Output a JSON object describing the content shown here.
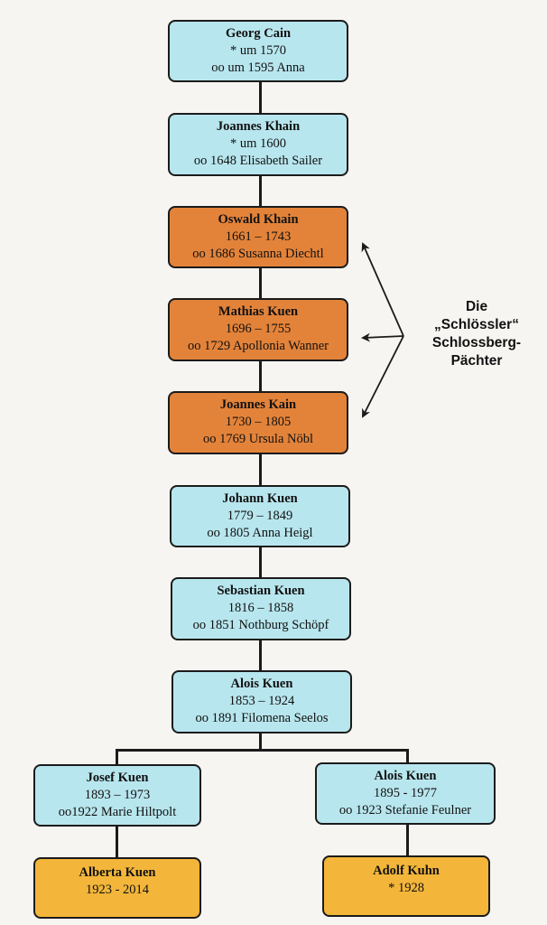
{
  "nodes": [
    {
      "name": "Georg Cain",
      "line1": "* um 1570",
      "line2": "oo um 1595 Anna",
      "color": "blue"
    },
    {
      "name": "Joannes Khain",
      "line1": "* um 1600",
      "line2": "oo 1648 Elisabeth Sailer",
      "color": "blue"
    },
    {
      "name": "Oswald Khain",
      "line1": "1661 – 1743",
      "line2": "oo 1686 Susanna Diechtl",
      "color": "orange"
    },
    {
      "name": "Mathias Kuen",
      "line1": "1696 – 1755",
      "line2": "oo 1729 Apollonia Wanner",
      "color": "orange"
    },
    {
      "name": "Joannes Kain",
      "line1": "1730 – 1805",
      "line2": "oo 1769 Ursula Nöbl",
      "color": "orange"
    },
    {
      "name": "Johann Kuen",
      "line1": "1779 – 1849",
      "line2": "oo 1805 Anna Heigl",
      "color": "blue"
    },
    {
      "name": "Sebastian Kuen",
      "line1": "1816 – 1858",
      "line2": "oo 1851 Nothburg Schöpf",
      "color": "blue"
    },
    {
      "name": "Alois Kuen",
      "line1": "1853 – 1924",
      "line2": "oo 1891 Filomena Seelos",
      "color": "blue"
    },
    {
      "name": "Josef Kuen",
      "line1": "1893 – 1973",
      "line2": "oo1922 Marie Hiltpolt",
      "color": "blue"
    },
    {
      "name": "Alois Kuen",
      "line1": "1895 - 1977",
      "line2": "oo 1923 Stefanie Feulner",
      "color": "blue"
    },
    {
      "name": "Alberta Kuen",
      "line1": "1923 - 2014",
      "line2": "",
      "color": "gold"
    },
    {
      "name": "Adolf Kuhn",
      "line1": "* 1928",
      "line2": "",
      "color": "gold"
    }
  ],
  "annotation": {
    "line1": "Die",
    "line2": "„Schlössler“",
    "line3": "Schlossberg-",
    "line4": "Pächter"
  },
  "colors": {
    "blue": "#b8e6ee",
    "orange": "#e3833a",
    "gold": "#f3b63a"
  }
}
